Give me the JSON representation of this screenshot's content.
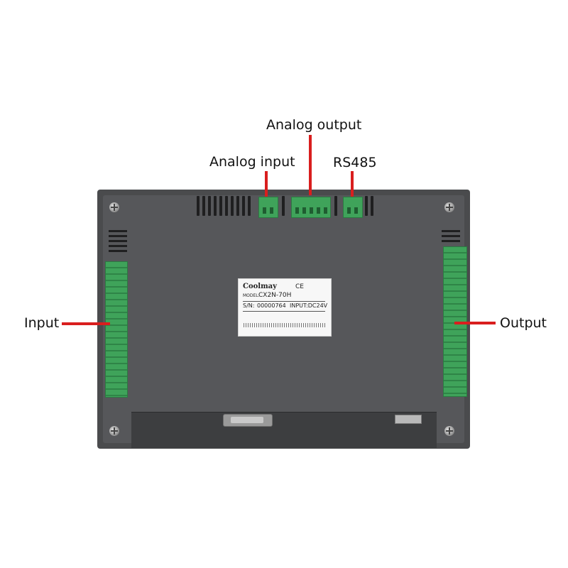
{
  "callouts": {
    "analog_output": "Analog output",
    "analog_input": "Analog input",
    "rs485": "RS485",
    "input": "Input",
    "output": "Output"
  },
  "label_plate": {
    "brand": "Coolmay",
    "ce_mark": "CE",
    "model_label": "MODEL:",
    "model": "CX2N-70H",
    "sn_label": "S/N:",
    "sn": "00000764",
    "input_spec": "INPUT:DC24V"
  },
  "colors": {
    "callout_line": "#d91e1e",
    "terminal_green": "#3fa35a",
    "housing": "#4a4b4d"
  }
}
